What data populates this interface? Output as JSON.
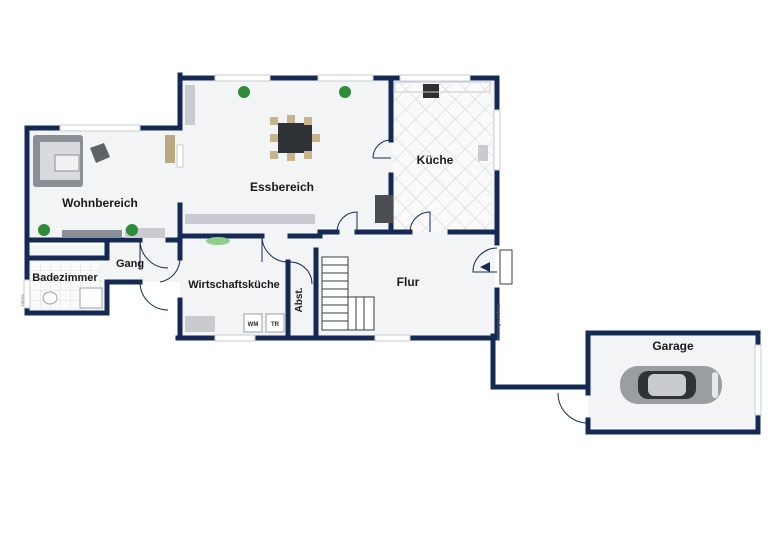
{
  "rooms": {
    "wohnbereich": "Wohnbereich",
    "essbereich": "Essbereich",
    "kueche": "Küche",
    "badezimmer": "Badezimmer",
    "gang": "Gang",
    "wirtschaftskueche": "Wirtschaftsküche",
    "abst": "Abst.",
    "flur": "Flur",
    "garage": "Garage"
  },
  "appliances": {
    "washer": "WM",
    "dryer": "TR"
  },
  "credits": {
    "right": "Immogrundriss",
    "left": "Immo"
  },
  "colors": {
    "wall": "#142a55",
    "tile": "#dcdcdc",
    "floor": "#f4f5f7",
    "window": "#d6d8dc"
  }
}
